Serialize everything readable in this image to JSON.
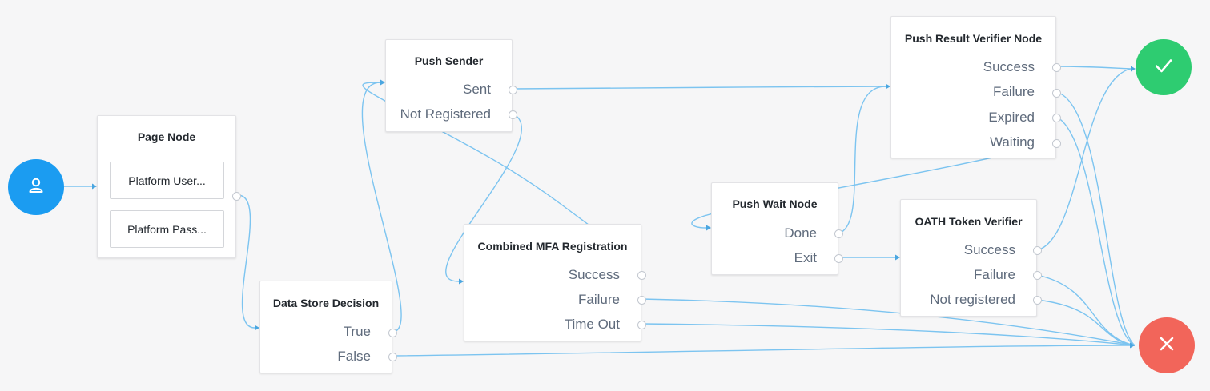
{
  "colors": {
    "start": "#1b9cf1",
    "success": "#2ecc71",
    "failure": "#f2655a",
    "wire": "#7cc4f0",
    "canvas": "#f6f6f7"
  },
  "start": {
    "icon": "person-icon"
  },
  "terminals": {
    "success_icon": "checkmark-icon",
    "failure_icon": "x-icon"
  },
  "nodes": {
    "page": {
      "title": "Page Node",
      "children": [
        "Platform User...",
        "Platform Pass..."
      ]
    },
    "data_store": {
      "title": "Data Store Decision",
      "outcomes": [
        "True",
        "False"
      ]
    },
    "push_sender": {
      "title": "Push Sender",
      "outcomes": [
        "Sent",
        "Not Registered"
      ]
    },
    "combined_mfa": {
      "title": "Combined MFA Registration",
      "outcomes": [
        "Success",
        "Failure",
        "Time Out"
      ]
    },
    "push_wait": {
      "title": "Push Wait Node",
      "outcomes": [
        "Done",
        "Exit"
      ]
    },
    "push_result": {
      "title": "Push Result Verifier Node",
      "outcomes": [
        "Success",
        "Failure",
        "Expired",
        "Waiting"
      ]
    },
    "oath": {
      "title": "OATH Token Verifier",
      "outcomes": [
        "Success",
        "Failure",
        "Not registered"
      ]
    }
  },
  "connections": [
    [
      "start",
      "page"
    ],
    [
      "page",
      "data_store"
    ],
    [
      "data_store.True",
      "push_sender"
    ],
    [
      "data_store.False",
      "failure"
    ],
    [
      "push_sender.Sent",
      "push_result"
    ],
    [
      "push_sender.Not Registered",
      "combined_mfa"
    ],
    [
      "combined_mfa.Success",
      "push_sender"
    ],
    [
      "combined_mfa.Failure",
      "failure"
    ],
    [
      "combined_mfa.Time Out",
      "failure"
    ],
    [
      "push_wait.Done",
      "push_result"
    ],
    [
      "push_wait.Exit",
      "oath"
    ],
    [
      "push_result.Success",
      "success"
    ],
    [
      "push_result.Failure",
      "failure"
    ],
    [
      "push_result.Expired",
      "failure"
    ],
    [
      "push_result.Waiting",
      "push_wait"
    ],
    [
      "oath.Success",
      "success"
    ],
    [
      "oath.Failure",
      "failure"
    ],
    [
      "oath.Not registered",
      "failure"
    ]
  ]
}
